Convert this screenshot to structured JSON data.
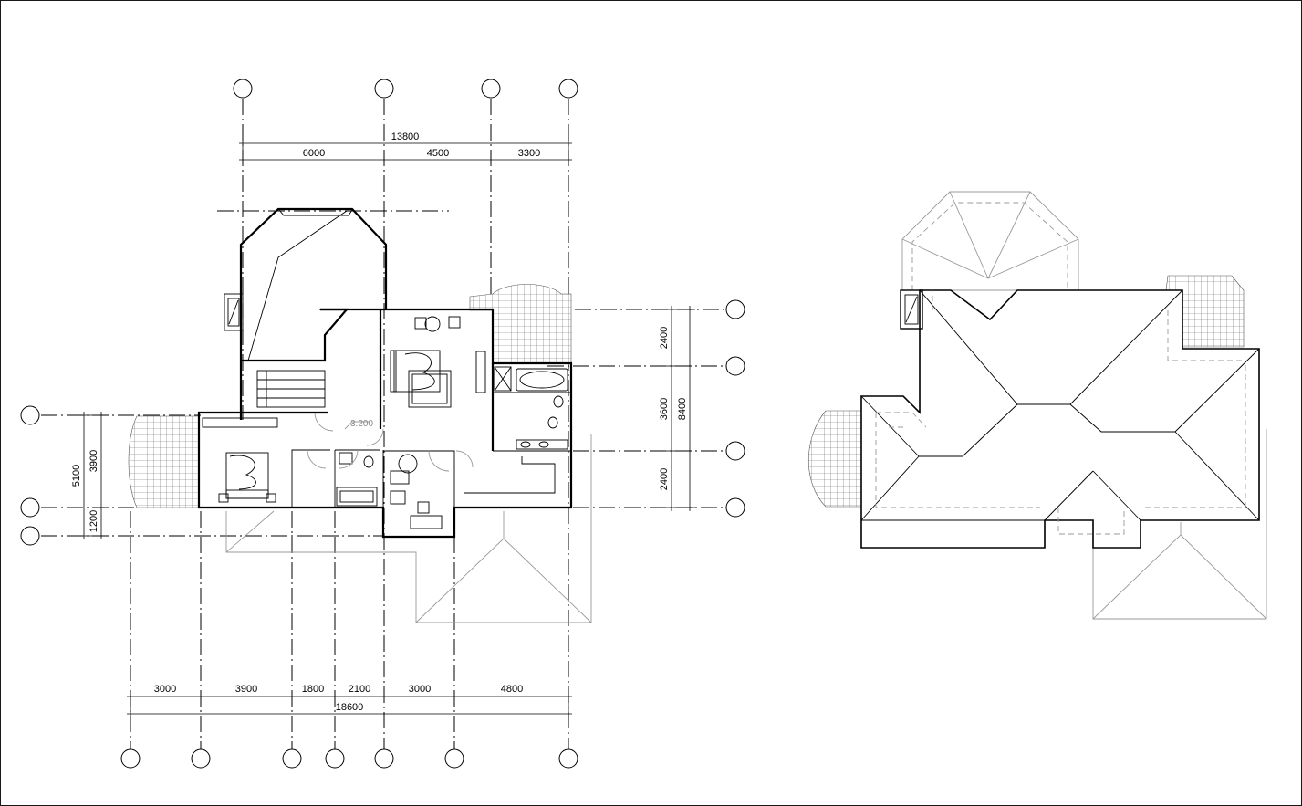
{
  "plan": {
    "top_dims": {
      "total": "13800",
      "segments": [
        "6000",
        "4500",
        "3300"
      ]
    },
    "bottom_dims": {
      "total": "18600",
      "segments": [
        "3000",
        "3900",
        "1800",
        "2100",
        "3000",
        "4800"
      ]
    },
    "right_dims": {
      "total": "8400",
      "segments": [
        "2400",
        "3600",
        "2400"
      ]
    },
    "left_dims": {
      "total": "5100",
      "segments": [
        "3900",
        "1200"
      ]
    },
    "level_mark": "3.200"
  },
  "colors": {
    "line": "#000000",
    "hidden_line": "#999999",
    "background": "#ffffff"
  }
}
